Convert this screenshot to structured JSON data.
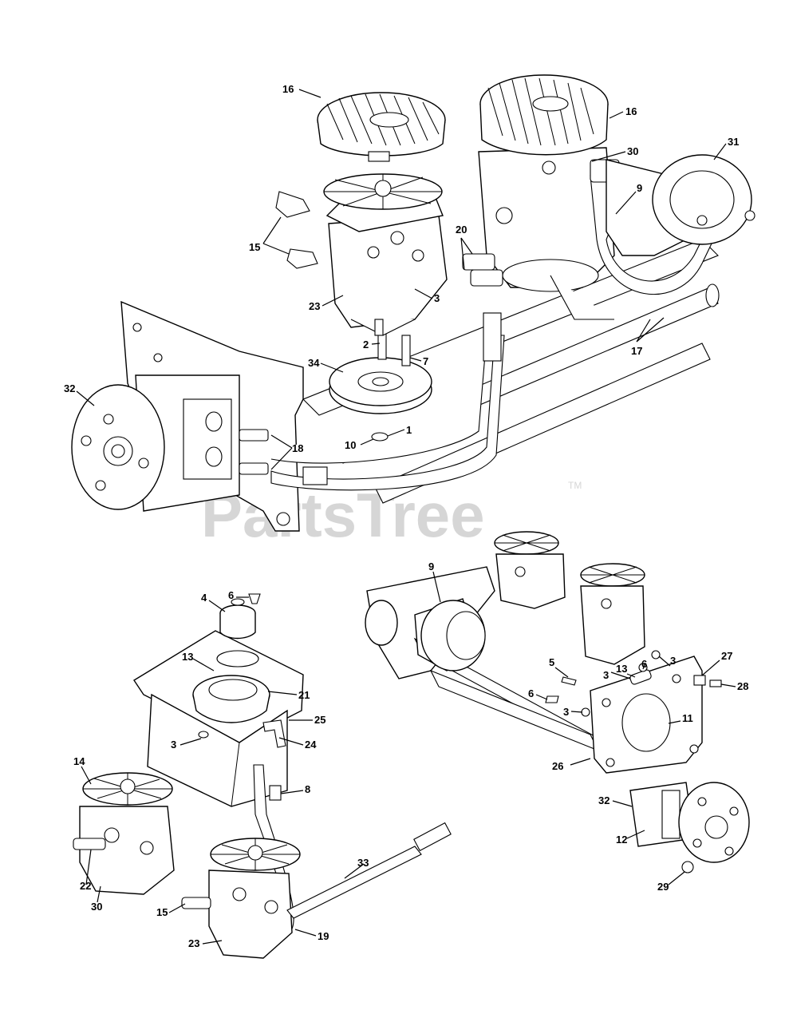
{
  "watermark": {
    "text": "PartsTree",
    "trademark": "TM"
  },
  "callouts": {
    "top": [
      {
        "id": "c16a",
        "label": "16"
      },
      {
        "id": "c16b",
        "label": "16"
      },
      {
        "id": "c30",
        "label": "30"
      },
      {
        "id": "c31",
        "label": "31"
      },
      {
        "id": "c9",
        "label": "9"
      },
      {
        "id": "c15",
        "label": "15"
      },
      {
        "id": "c20",
        "label": "20"
      },
      {
        "id": "c23",
        "label": "23"
      },
      {
        "id": "c3",
        "label": "3"
      },
      {
        "id": "c2",
        "label": "2"
      },
      {
        "id": "c7",
        "label": "7"
      },
      {
        "id": "c34",
        "label": "34"
      },
      {
        "id": "c17",
        "label": "17"
      },
      {
        "id": "c32",
        "label": "32"
      },
      {
        "id": "c1",
        "label": "1"
      },
      {
        "id": "c10",
        "label": "10"
      },
      {
        "id": "c18",
        "label": "18"
      }
    ],
    "bottom_left": [
      {
        "id": "b6",
        "label": "6"
      },
      {
        "id": "b4",
        "label": "4"
      },
      {
        "id": "b13",
        "label": "13"
      },
      {
        "id": "b21",
        "label": "21"
      },
      {
        "id": "b25",
        "label": "25"
      },
      {
        "id": "b3",
        "label": "3"
      },
      {
        "id": "b24",
        "label": "24"
      },
      {
        "id": "b14",
        "label": "14"
      },
      {
        "id": "b8",
        "label": "8"
      },
      {
        "id": "b33",
        "label": "33"
      },
      {
        "id": "b22",
        "label": "22"
      },
      {
        "id": "b30",
        "label": "30"
      },
      {
        "id": "b15",
        "label": "15"
      },
      {
        "id": "b23",
        "label": "23"
      },
      {
        "id": "b19",
        "label": "19"
      }
    ],
    "bottom_right": [
      {
        "id": "r9",
        "label": "9"
      },
      {
        "id": "r6a",
        "label": "6"
      },
      {
        "id": "r3a",
        "label": "3"
      },
      {
        "id": "r5",
        "label": "5"
      },
      {
        "id": "r13",
        "label": "13"
      },
      {
        "id": "r27",
        "label": "27"
      },
      {
        "id": "r3b",
        "label": "3"
      },
      {
        "id": "r28",
        "label": "28"
      },
      {
        "id": "r6b",
        "label": "6"
      },
      {
        "id": "r3c",
        "label": "3"
      },
      {
        "id": "r11",
        "label": "11"
      },
      {
        "id": "r26",
        "label": "26"
      },
      {
        "id": "r32",
        "label": "32"
      },
      {
        "id": "r12",
        "label": "12"
      },
      {
        "id": "r29",
        "label": "29"
      }
    ]
  }
}
